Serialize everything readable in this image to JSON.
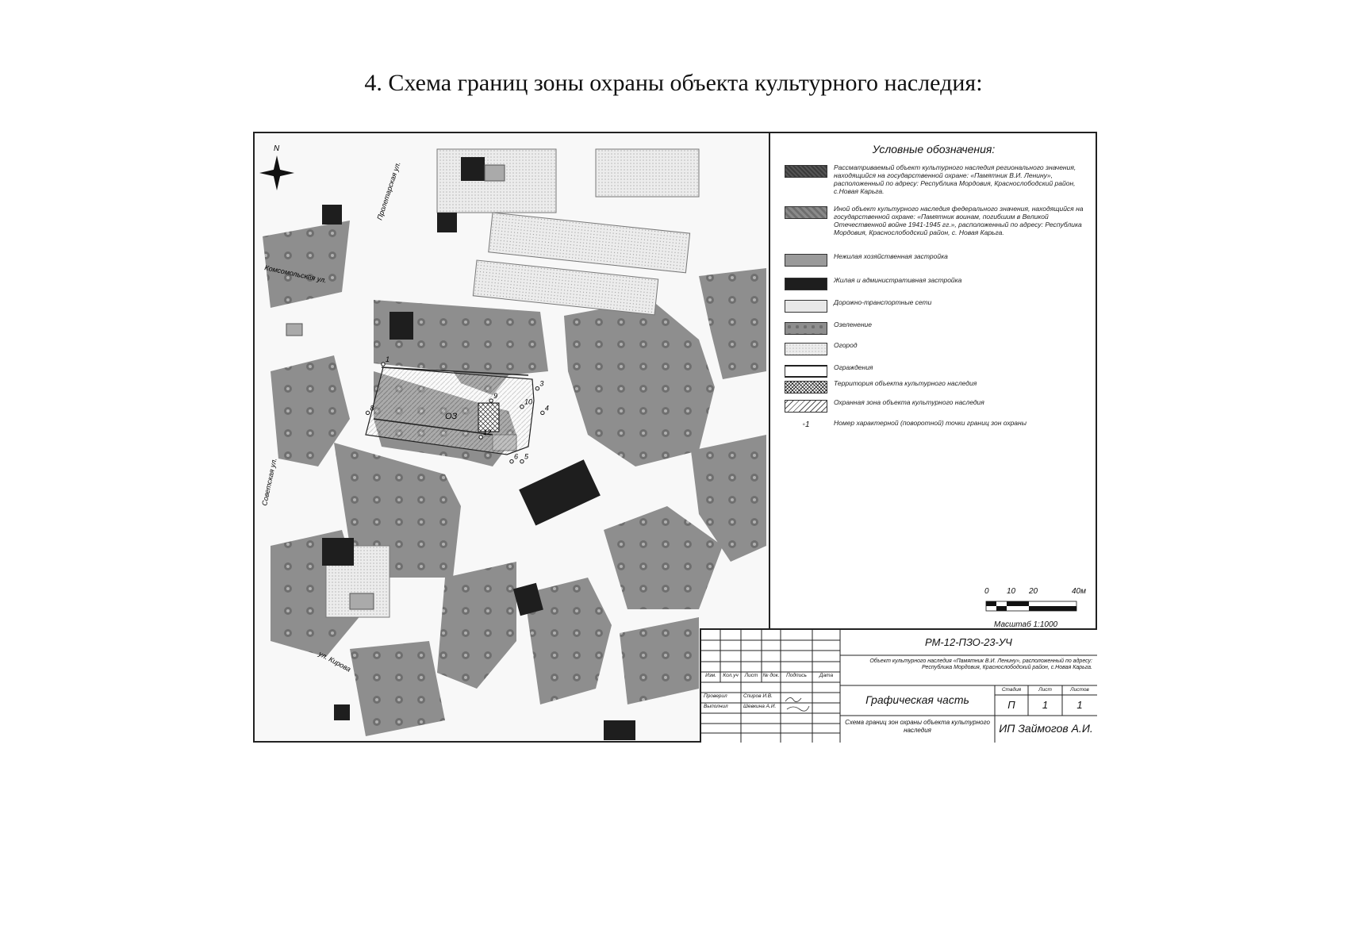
{
  "page": {
    "title": "4. Схема границ зоны охраны объекта культурного наследия:"
  },
  "legend": {
    "title": "Условные обозначения:",
    "items": [
      {
        "text": "Рассматриваемый объект культурного наследия регионального значения, находящийся на государственной охране: «Памятник В.И. Ленину», расположенный по адресу: Республика Мордовия, Краснослободский район, с.Новая Карьга.",
        "swatch": "object"
      },
      {
        "text": "Иной объект культурного наследия федерального значения, находящийся на государственной охране: «Памятник воинам, погибшим в Великой Отечественной войне 1941-1945 гг.», расположенный по адресу: Республика Мордовия, Краснослободский район, с. Новая Карьга.",
        "swatch": "other-object"
      },
      {
        "text": "Нежилая хозяйственная застройка",
        "swatch": "nonres"
      },
      {
        "text": "Жилая и административная застройка",
        "swatch": "residential"
      },
      {
        "text": "Дорожно-транспортные сети",
        "swatch": "road"
      },
      {
        "text": "Озеленение",
        "swatch": "green"
      },
      {
        "text": "Огород",
        "swatch": "garden"
      },
      {
        "text": "Ограждения",
        "swatch": "fence"
      },
      {
        "text": "Территория объекта культурного наследия",
        "swatch": "territory"
      },
      {
        "text": "Охранная зона объекта культурного наследия",
        "swatch": "zone"
      },
      {
        "text": "Номер характерной (поворотной) точки границ зон охраны",
        "swatch": "point",
        "symbol": "1"
      }
    ]
  },
  "colors": {
    "green": "#8a8a8a",
    "building": "#1e1e1e",
    "road": "#fafafa",
    "garden": "#e6e6e6",
    "nonres": "#9a9a9a"
  },
  "map": {
    "streets": [
      "Пролетарская ул.",
      "Комсомольская ул.",
      "Советская ул.",
      "ул. Кирова"
    ],
    "points": [
      {
        "label": "1",
        "x": 0.25,
        "y": 0.38
      },
      {
        "label": "3",
        "x": 0.55,
        "y": 0.42
      },
      {
        "label": "4",
        "x": 0.56,
        "y": 0.46
      },
      {
        "label": "5",
        "x": 0.52,
        "y": 0.54
      },
      {
        "label": "6",
        "x": 0.5,
        "y": 0.54
      },
      {
        "label": "8",
        "x": 0.22,
        "y": 0.46
      },
      {
        "label": "9",
        "x": 0.46,
        "y": 0.44
      },
      {
        "label": "10",
        "x": 0.52,
        "y": 0.45
      },
      {
        "label": "12",
        "x": 0.44,
        "y": 0.5
      }
    ],
    "zone_label": "ОЗ",
    "north_symbol": "N"
  },
  "scale": {
    "ticks": [
      "0",
      "10",
      "20",
      "40м"
    ],
    "caption": "Масштаб 1:1000"
  },
  "title_block": {
    "code": "РМ-12-ПЗО-23-УЧ",
    "object_desc": "Объект культурного наследия «Памятник В.И. Ленину», расположенный по адресу: Республика Мордовия, Краснослободский район, с.Новая Карьга.",
    "headers": [
      "Изм.",
      "Кол.уч",
      "Лист",
      "№ док.",
      "Подпись",
      "Дата"
    ],
    "rows": [
      {
        "role": "Проверил",
        "name": "Спиров И.В."
      },
      {
        "role": "Выполнил",
        "name": "Шевкина А.И."
      }
    ],
    "section": "Графическая часть",
    "stage_header": "Стадия",
    "sheet_header": "Лист",
    "sheets_header": "Листов",
    "stage": "П",
    "sheet": "1",
    "sheets": "1",
    "drawing_title": "Схема границ зон охраны объекта культурного наследия",
    "company": "ИП Займогов А.И."
  }
}
